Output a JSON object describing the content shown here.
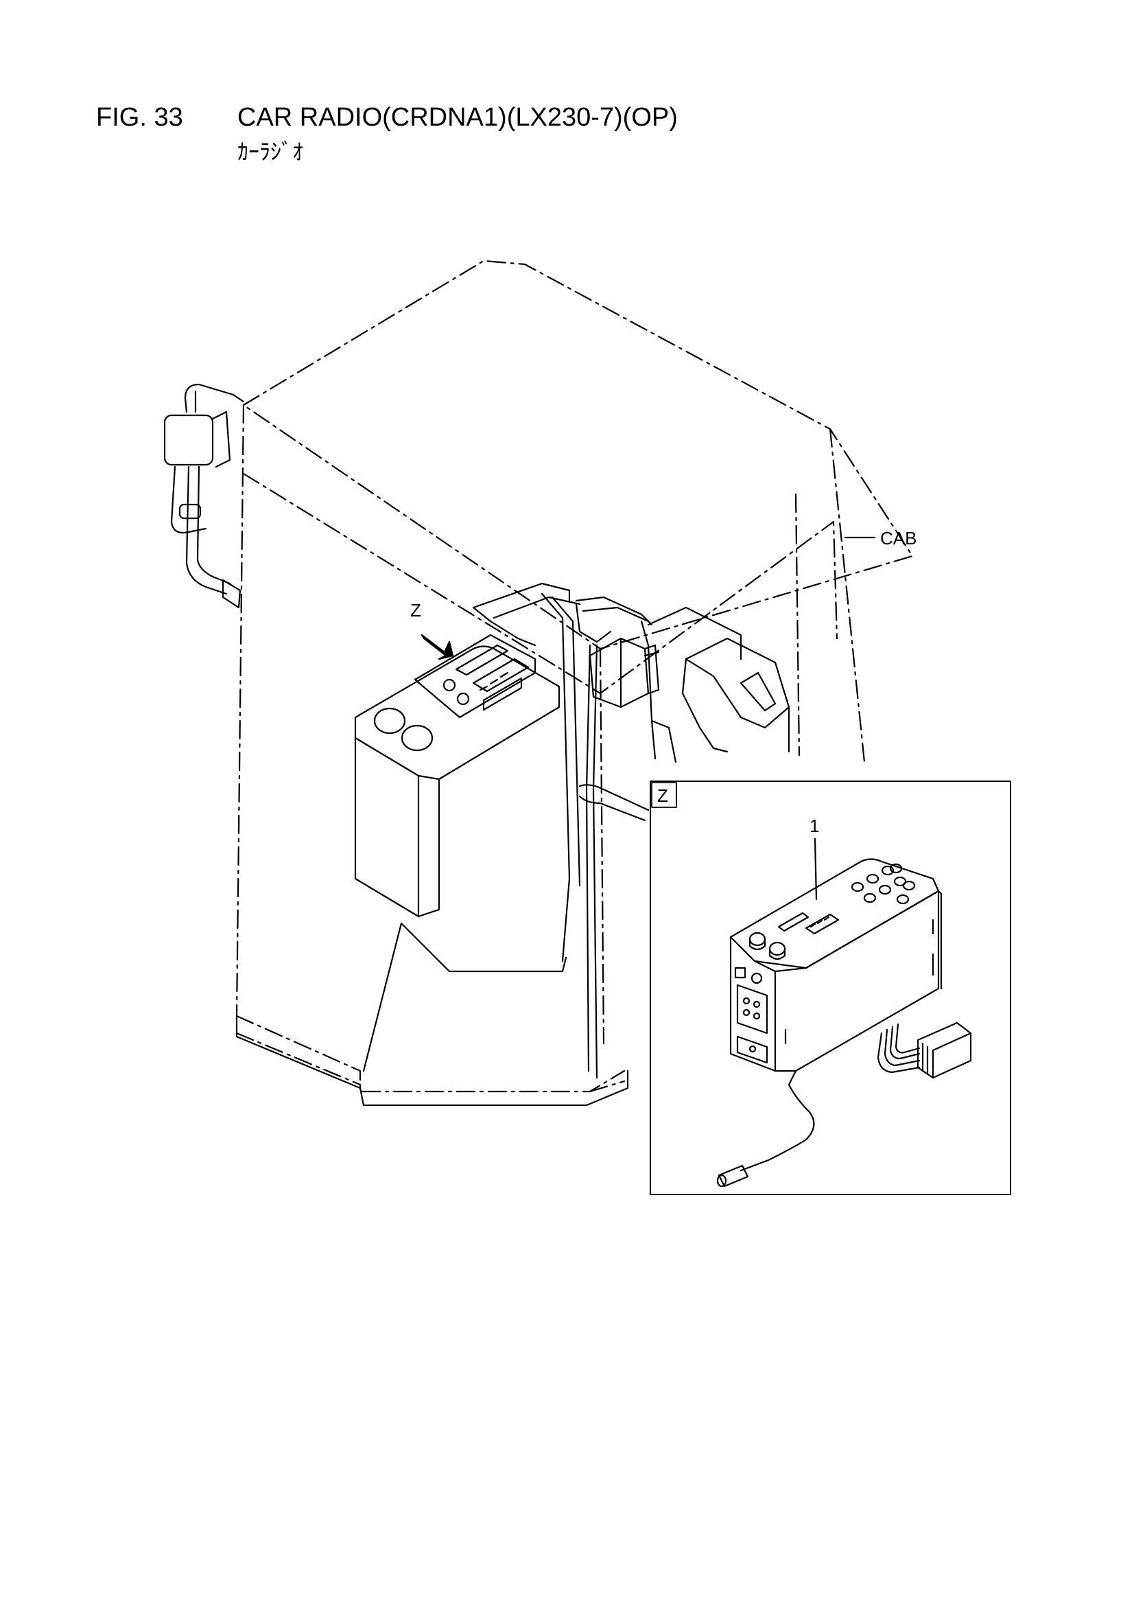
{
  "figure": {
    "number": "FIG. 33",
    "title": "CAR RADIO(CRDNA1)(LX230-7)(OP)",
    "subtitle": "ｶｰﾗｼﾞｵ"
  },
  "labels": {
    "cab": "CAB",
    "view_z": "Z",
    "detail_box_z": "Z",
    "part_1": "1"
  }
}
